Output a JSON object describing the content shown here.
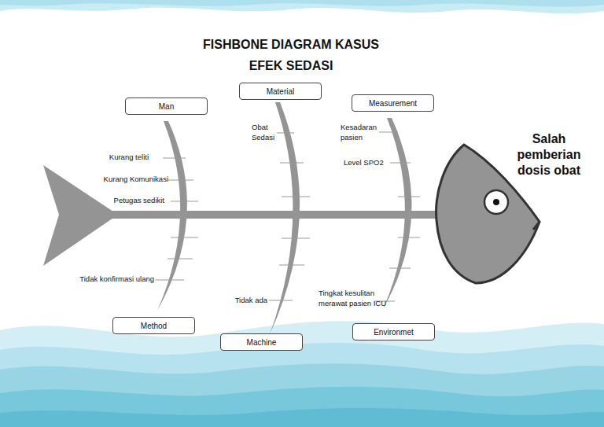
{
  "diagram": {
    "title": "FISHBONE DIAGRAM KASUS EFEK SEDASI",
    "nodes": [
      {
        "text": [
          "Man"
        ]
      },
      {
        "text": [
          "Material"
        ]
      },
      {
        "text": [
          "Measurement"
        ]
      },
      {
        "text": [
          "Method"
        ]
      },
      {
        "text": [
          "Machine"
        ]
      },
      {
        "text": [
          "Environmet"
        ]
      }
    ],
    "labels": [
      "Kurang teliti",
      "Kurang Komunikasi",
      "Petugas sedikit",
      "Tidak konfirmasi ulang",
      "Obat Sedasi",
      "Tidak ada",
      "Kesadaran pasien",
      "Level SPO2",
      "Tingkat kesulitan merawat pasien ICU",
      "Salah pemberian dosis obat"
    ]
  }
}
